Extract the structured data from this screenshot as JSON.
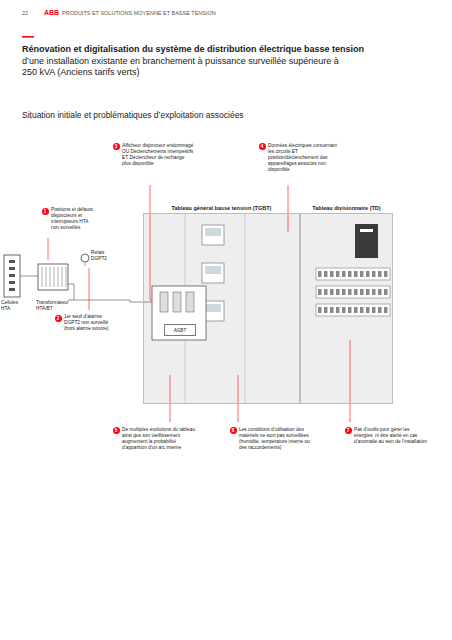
{
  "diagram": {
    "title": "Rénovation et digitalisation du système de distribution électrique basse tension",
    "nodes": [
      {
        "text": [
          "Tableau général basse tension (TGBT)"
        ]
      },
      {
        "text": [
          "Tableau divisionnaire (TD)"
        ]
      },
      {
        "text": [
          "AGBT"
        ],
        "in": 0
      }
    ],
    "labels": [
      "22",
      "ABB",
      "PRODUITS ET SOLUTIONS MOYENNE ET BASSE TENSION",
      "d’une installation existante en branchement à puissance surveillée supérieure à 250 kVA (Anciens tarifs verts)",
      "Situation initiale et problématiques d’exploitation associées",
      "1",
      "Positions et défauts disjoncteurs et interrupteurs HTA non surveillés",
      "2",
      "1er seuil d’alarme DGPT2 non surveillé (hors alarme sonore)",
      "3",
      "Afficheur disjoncteur endommagé OU Déclenchements intempestifs ET Déclencheur de rechange plus disponible",
      "4",
      "Données électriques concernant les circuits ET position/déclenchement des appareillages associés non disponible",
      "5",
      "De multiples évolutions du tableau ainsi que son vieillissement augmentent la probabilité d’apparition d’un arc interne",
      "6",
      "Les conditions d’utilisation des matériels ne sont pas surveillées (humidité, température interne ou des raccordements)",
      "7",
      "Pas d’outils pour gérer les énergies, ni être alerté en cas d’anomalie au sein de l’installation",
      "Relais DGPT2",
      "Cellules HTA",
      "Transformateur HTA/BT"
    ]
  }
}
